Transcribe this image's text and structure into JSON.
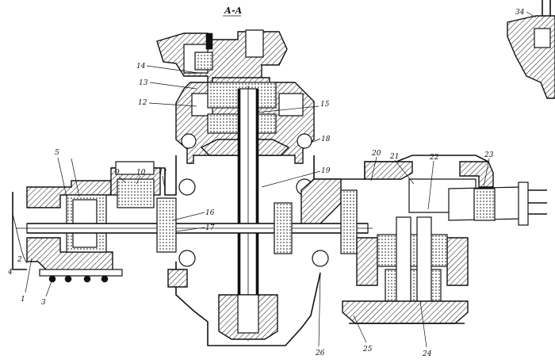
{
  "section_title": "А-А",
  "callouts": [
    {
      "num": "1"
    },
    {
      "num": "2"
    },
    {
      "num": "3"
    },
    {
      "num": "4"
    },
    {
      "num": "5"
    },
    {
      "num": "9"
    },
    {
      "num": "10"
    },
    {
      "num": "11"
    },
    {
      "num": "12"
    },
    {
      "num": "13"
    },
    {
      "num": "14"
    },
    {
      "num": "15"
    },
    {
      "num": "16"
    },
    {
      "num": "17"
    },
    {
      "num": "18"
    },
    {
      "num": "19"
    },
    {
      "num": "20"
    },
    {
      "num": "21"
    },
    {
      "num": "22"
    },
    {
      "num": "23"
    },
    {
      "num": "24"
    },
    {
      "num": "25"
    },
    {
      "num": "26"
    },
    {
      "num": "34"
    }
  ]
}
